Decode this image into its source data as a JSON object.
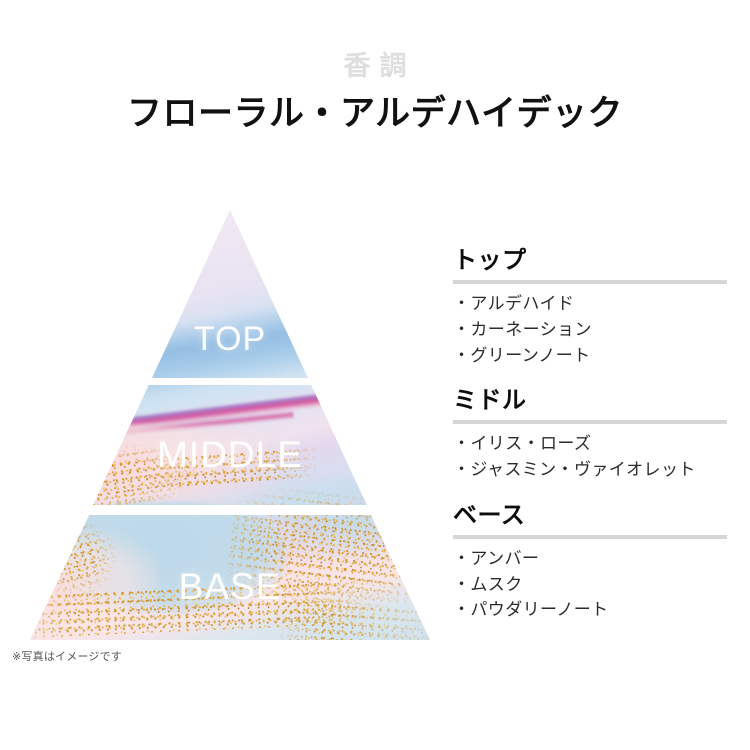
{
  "header": {
    "eyebrow": "香調",
    "title": "フローラル・アルデハイデック"
  },
  "pyramid": {
    "bands": [
      {
        "id": "top",
        "label": "TOP"
      },
      {
        "id": "middle",
        "label": "MIDDLE"
      },
      {
        "id": "base",
        "label": "BASE"
      }
    ],
    "footnote": "※写真はイメージです"
  },
  "notes": [
    {
      "heading": "トップ",
      "items": [
        "・アルデハイド",
        "・カーネーション",
        "・グリーンノート"
      ]
    },
    {
      "heading": "ミドル",
      "items": [
        "・イリス・ローズ",
        "・ジャスミン・ヴァイオレット"
      ]
    },
    {
      "heading": "ベース",
      "items": [
        "・アンバー",
        "・ムスク",
        "・パウダリーノート"
      ]
    }
  ],
  "colors": {
    "eyebrow": "#dedede",
    "title": "#111111",
    "rule": "#d6d6d6",
    "note_text": "#2b2b2b",
    "band_label": "#ffffff",
    "footnote": "#555555",
    "accent_blue": "#bcd8ef",
    "accent_pink": "#fadede",
    "accent_magenta": "#d64a96",
    "accent_gold": "#e5a72c"
  }
}
